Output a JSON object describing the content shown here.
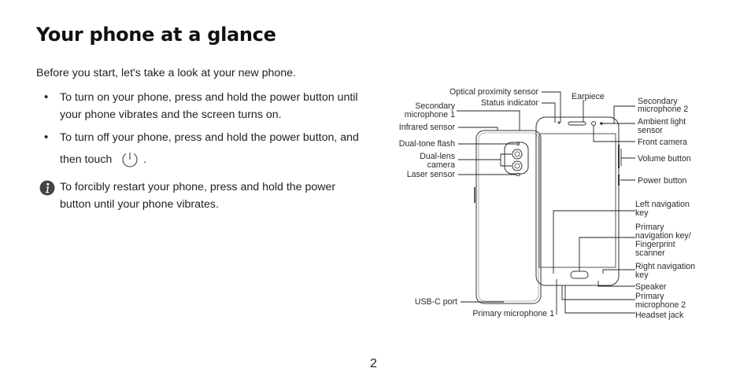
{
  "page": {
    "title": "Your phone at a glance",
    "intro": "Before you start, let's take a look at your new phone.",
    "bullets": [
      {
        "line1": "To turn on your phone, press and hold the power button until",
        "line2": "your phone vibrates and the screen turns on."
      },
      {
        "line1": "To turn off your phone, press and hold the power button, and",
        "line2": "then touch"
      }
    ],
    "bullet_suffix": ".",
    "note": {
      "line1": "To forcibly restart your phone, press and hold the power",
      "line2": "button until your phone vibrates."
    },
    "page_number": "2"
  },
  "diagram": {
    "back_labels": {
      "optical_proximity_sensor": "Optical proximity sensor",
      "status_indicator": "Status indicator",
      "secondary_microphone_1_l1": "Secondary",
      "secondary_microphone_1_l2": "microphone 1",
      "infrared_sensor": "Infrared sensor",
      "dual_tone_flash": "Dual-tone flash",
      "dual_lens_camera_l1": "Dual-lens",
      "dual_lens_camera_l2": "camera",
      "laser_sensor": "Laser sensor",
      "usb_c_port": "USB-C port",
      "primary_microphone_1": "Primary microphone 1"
    },
    "front_labels": {
      "earpiece": "Earpiece",
      "secondary_microphone_2_l1": "Secondary",
      "secondary_microphone_2_l2": "microphone 2",
      "ambient_light_sensor_l1": "Ambient light",
      "ambient_light_sensor_l2": "sensor",
      "front_camera": "Front camera",
      "volume_button": "Volume button",
      "power_button": "Power button",
      "left_navigation_key_l1": "Left navigation",
      "left_navigation_key_l2": "key",
      "primary_nav_l1": "Primary",
      "primary_nav_l2": "navigation key/",
      "primary_nav_l3": "Fingerprint",
      "primary_nav_l4": "scanner",
      "right_navigation_key_l1": "Right navigation",
      "right_navigation_key_l2": "key",
      "speaker": "Speaker",
      "primary_microphone_2_l1": "Primary",
      "primary_microphone_2_l2": "microphone 2",
      "headset_jack": "Headset jack"
    }
  }
}
